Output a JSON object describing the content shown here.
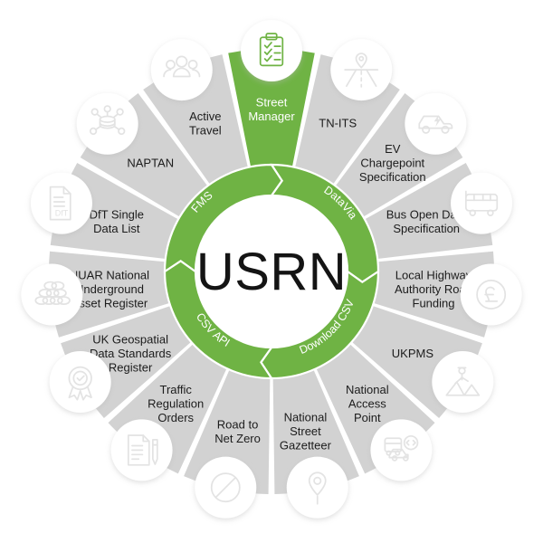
{
  "diagram": {
    "title": "USRN",
    "hub_label": "USRN",
    "colors": {
      "accent": "#6fb344",
      "segment_gray": "#d2d2d2",
      "segment_gray_alt": "#cccccc",
      "background": "#ffffff",
      "text_dark": "#1c1c1c",
      "text_on_accent": "#ffffff",
      "icon_gray": "#e3e3e3",
      "divider": "#ffffff"
    },
    "inner_ring": [
      {
        "label": "DataVia",
        "highlighted": false
      },
      {
        "label": "Download CSV",
        "highlighted": false
      },
      {
        "label": "CSV API",
        "highlighted": false
      },
      {
        "label": "FMS",
        "highlighted": false
      }
    ],
    "outer_segments": [
      {
        "label": "Street Manager",
        "icon": "clipboard-checklist-icon",
        "highlighted": true
      },
      {
        "label": "TN-ITS",
        "icon": "road-location-pin-icon",
        "highlighted": false
      },
      {
        "label": "EV Chargepoint Specification",
        "icon": "electric-car-icon",
        "highlighted": false
      },
      {
        "label": "Bus Open Data Specification",
        "icon": "bus-icon",
        "highlighted": false
      },
      {
        "label": "Local Highway Authority Road Funding",
        "icon": "pound-sterling-icon",
        "highlighted": false
      },
      {
        "label": "UKPMS",
        "icon": "roadworks-worker-icon",
        "highlighted": false
      },
      {
        "label": "National Access Point",
        "icon": "bus-car-code-icon",
        "highlighted": false
      },
      {
        "label": "National Street Gazetteer",
        "icon": "map-pin-icon",
        "highlighted": false
      },
      {
        "label": "Road to Net Zero",
        "icon": "zero-slash-icon",
        "highlighted": false
      },
      {
        "label": "Traffic Regulation Orders",
        "icon": "document-pen-icon",
        "highlighted": false
      },
      {
        "label": "UK Geospatial Data Standards Register",
        "icon": "award-rosette-icon",
        "highlighted": false
      },
      {
        "label": "NUAR National Underground Asset Register",
        "icon": "buried-pipes-icon",
        "highlighted": false
      },
      {
        "label": "DfT Single Data List",
        "icon": "dft-document-icon",
        "highlighted": false
      },
      {
        "label": "NAPTAN",
        "icon": "database-network-icon",
        "highlighted": false
      },
      {
        "label": "Active Travel",
        "icon": "people-group-icon",
        "highlighted": false
      }
    ],
    "segment_label_lines": [
      [
        "Street",
        "Manager"
      ],
      [
        "TN-ITS"
      ],
      [
        "EV",
        "Chargepoint",
        "Specification"
      ],
      [
        "Bus Open Data",
        "Specification"
      ],
      [
        "Local Highway",
        "Authority Road",
        "Funding"
      ],
      [
        "UKPMS"
      ],
      [
        "National",
        "Access",
        "Point"
      ],
      [
        "National",
        "Street",
        "Gazetteer"
      ],
      [
        "Road to",
        "Net Zero"
      ],
      [
        "Traffic",
        "Regulation",
        "Orders"
      ],
      [
        "UK Geospatial",
        "Data Standards",
        "Register"
      ],
      [
        "NUAR National",
        "Underground",
        "Asset Register"
      ],
      [
        "DfT Single",
        "Data List"
      ],
      [
        "NAPTAN"
      ],
      [
        "Active",
        "Travel"
      ]
    ]
  }
}
